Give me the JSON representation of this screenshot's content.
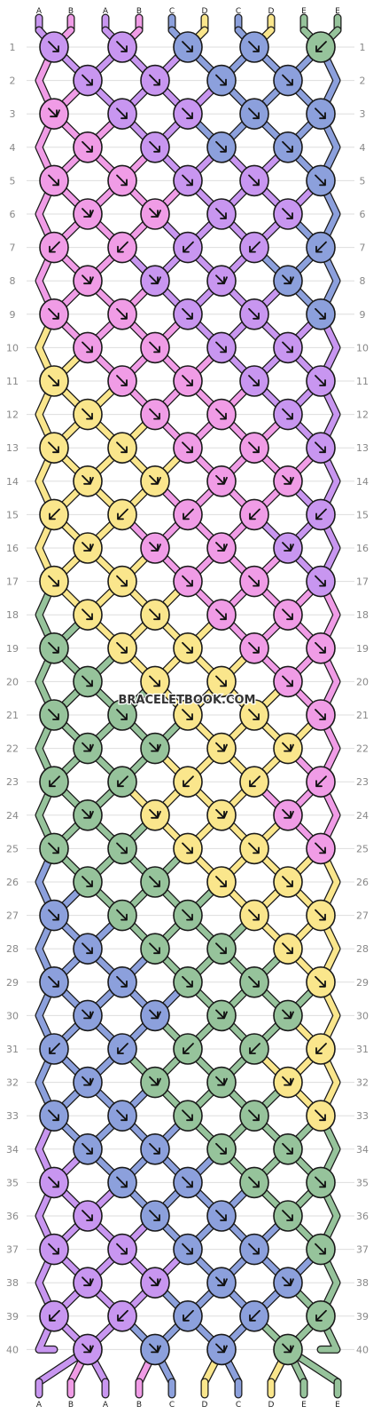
{
  "watermark": "BRACELETBOOK.COM",
  "colors": {
    "A": "#c896f0",
    "B": "#f09ce6",
    "C": "#8ca0dc",
    "D": "#fae68c",
    "E": "#96c39b"
  },
  "strands_top": [
    "A",
    "B",
    "A",
    "B",
    "C",
    "D",
    "C",
    "D",
    "E",
    "E"
  ],
  "strands_bottom": [
    "A",
    "B",
    "A",
    "B",
    "C",
    "D",
    "C",
    "D",
    "E",
    "E"
  ],
  "row_numbers": [
    "1",
    "2",
    "3",
    "4",
    "5",
    "6",
    "7",
    "8",
    "9",
    "10",
    "11",
    "12",
    "13",
    "14",
    "15",
    "16",
    "17",
    "18",
    "19",
    "20",
    "21",
    "22",
    "23",
    "24",
    "25",
    "26",
    "27",
    "28",
    "29",
    "30",
    "31",
    "32",
    "33",
    "34",
    "35",
    "36",
    "37",
    "38",
    "39",
    "40"
  ],
  "knots": [
    [
      "A",
      "A",
      "C",
      "C",
      "E"
    ],
    [
      "A",
      "A",
      "C",
      "C"
    ],
    [
      "B",
      "A",
      "A",
      "C",
      "C"
    ],
    [
      "B",
      "A",
      "C",
      "C"
    ],
    [
      "B",
      "B",
      "A",
      "A",
      "C"
    ],
    [
      "B",
      "B",
      "A",
      "A"
    ],
    [
      "B",
      "B",
      "A",
      "A",
      "C"
    ],
    [
      "B",
      "A",
      "A",
      "C"
    ],
    [
      "B",
      "B",
      "A",
      "A",
      "C"
    ],
    [
      "B",
      "B",
      "A",
      "A"
    ],
    [
      "D",
      "B",
      "B",
      "A",
      "A"
    ],
    [
      "D",
      "B",
      "B",
      "A"
    ],
    [
      "D",
      "D",
      "B",
      "B",
      "A"
    ],
    [
      "D",
      "D",
      "B",
      "B"
    ],
    [
      "D",
      "D",
      "B",
      "B",
      "A"
    ],
    [
      "D",
      "B",
      "B",
      "A"
    ],
    [
      "D",
      "D",
      "B",
      "B",
      "A"
    ],
    [
      "D",
      "D",
      "B",
      "B"
    ],
    [
      "E",
      "D",
      "D",
      "B",
      "B"
    ],
    [
      "E",
      "D",
      "D",
      "B"
    ],
    [
      "E",
      "E",
      "D",
      "D",
      "B"
    ],
    [
      "E",
      "E",
      "D",
      "D"
    ],
    [
      "E",
      "E",
      "D",
      "D",
      "B"
    ],
    [
      "E",
      "D",
      "D",
      "B"
    ],
    [
      "E",
      "E",
      "D",
      "D",
      "B"
    ],
    [
      "E",
      "E",
      "D",
      "D"
    ],
    [
      "C",
      "E",
      "E",
      "D",
      "D"
    ],
    [
      "C",
      "E",
      "E",
      "D"
    ],
    [
      "C",
      "C",
      "E",
      "E",
      "D"
    ],
    [
      "C",
      "C",
      "E",
      "E"
    ],
    [
      "C",
      "C",
      "E",
      "E",
      "D"
    ],
    [
      "C",
      "E",
      "E",
      "D"
    ],
    [
      "C",
      "C",
      "E",
      "E",
      "D"
    ],
    [
      "C",
      "C",
      "E",
      "E"
    ],
    [
      "A",
      "C",
      "C",
      "E",
      "E"
    ],
    [
      "A",
      "C",
      "C",
      "E"
    ],
    [
      "A",
      "A",
      "C",
      "C",
      "E"
    ],
    [
      "A",
      "A",
      "C",
      "C"
    ],
    [
      "A",
      "A",
      "C",
      "C",
      "E"
    ],
    [
      "A",
      "C",
      "C",
      "E"
    ]
  ],
  "arrows": [
    [
      "se",
      "se",
      "se",
      "se",
      "sw"
    ],
    [
      "se",
      "se",
      "se",
      "se"
    ],
    [
      "ser",
      "se",
      "se",
      "se",
      "se"
    ],
    [
      "se",
      "se",
      "se",
      "se"
    ],
    [
      "se",
      "se",
      "se",
      "se",
      "se"
    ],
    [
      "ser",
      "ser",
      "se",
      "se"
    ],
    [
      "sw",
      "sw",
      "sw",
      "sw",
      "sw"
    ],
    [
      "ser",
      "ser",
      "ser",
      "ser"
    ],
    [
      "se",
      "se",
      "se",
      "se",
      "se"
    ],
    [
      "se",
      "se",
      "se",
      "se"
    ],
    [
      "se",
      "se",
      "se",
      "se",
      "se"
    ],
    [
      "se",
      "se",
      "se",
      "se"
    ],
    [
      "se",
      "se",
      "se",
      "se",
      "se"
    ],
    [
      "ser",
      "ser",
      "ser",
      "ser"
    ],
    [
      "sw",
      "sw",
      "sw",
      "sw",
      "sw"
    ],
    [
      "ser",
      "ser",
      "ser",
      "ser"
    ],
    [
      "se",
      "se",
      "se",
      "se",
      "se"
    ],
    [
      "se",
      "se",
      "se",
      "se"
    ],
    [
      "se",
      "se",
      "se",
      "se",
      "se"
    ],
    [
      "se",
      "se",
      "se",
      "se"
    ],
    [
      "se",
      "se",
      "se",
      "se",
      "se"
    ],
    [
      "ser",
      "ser",
      "ser",
      "ser"
    ],
    [
      "sw",
      "sw",
      "sw",
      "sw",
      "sw"
    ],
    [
      "ser",
      "ser",
      "ser",
      "ser"
    ],
    [
      "se",
      "se",
      "se",
      "se",
      "se"
    ],
    [
      "se",
      "se",
      "se",
      "se"
    ],
    [
      "se",
      "se",
      "se",
      "se",
      "se"
    ],
    [
      "se",
      "se",
      "se",
      "se"
    ],
    [
      "se",
      "se",
      "se",
      "se",
      "se"
    ],
    [
      "ser",
      "ser",
      "ser",
      "ser"
    ],
    [
      "sw",
      "sw",
      "sw",
      "sw",
      "sw"
    ],
    [
      "ser",
      "ser",
      "ser",
      "ser"
    ],
    [
      "se",
      "se",
      "se",
      "se",
      "se"
    ],
    [
      "se",
      "se",
      "se",
      "se"
    ],
    [
      "se",
      "se",
      "se",
      "se",
      "se"
    ],
    [
      "se",
      "se",
      "se",
      "se"
    ],
    [
      "se",
      "se",
      "se",
      "se",
      "se"
    ],
    [
      "ser",
      "ser",
      "ser",
      "ser"
    ],
    [
      "sw",
      "sw",
      "sw",
      "sw",
      "sw"
    ],
    [
      "ser",
      "ser",
      "ser",
      "ser"
    ]
  ]
}
